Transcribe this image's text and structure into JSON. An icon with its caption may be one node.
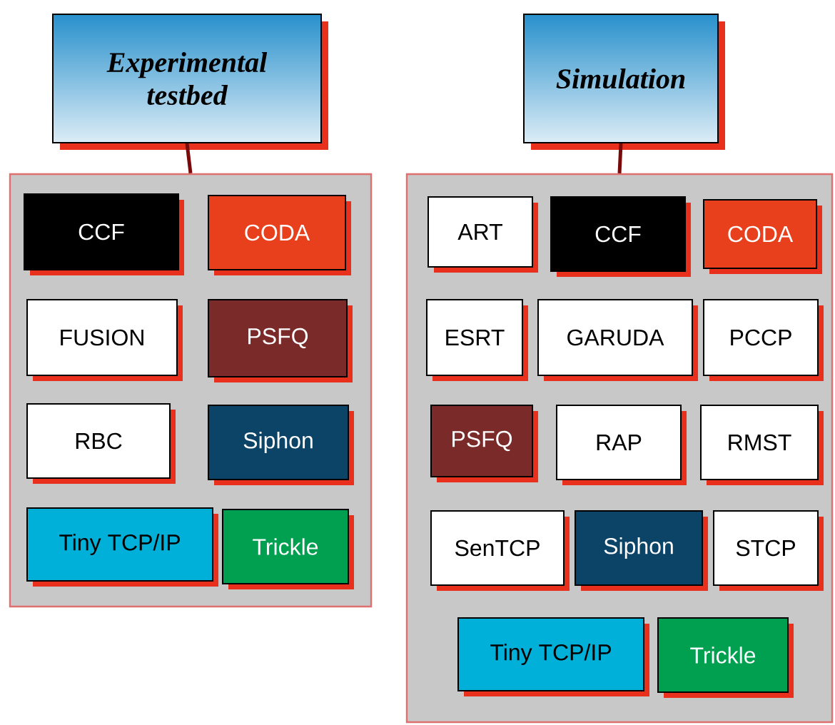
{
  "diagram": {
    "nodes": [
      {
        "text": [
          "Experimental testbed"
        ]
      },
      {
        "text": [],
        "shape": "box"
      },
      {
        "text": [
          "CCF"
        ],
        "in": 1
      },
      {
        "text": [
          "CODA"
        ],
        "in": 1
      },
      {
        "text": [
          "FUSION"
        ],
        "in": 1
      },
      {
        "text": [
          "PSFQ"
        ],
        "in": 1
      },
      {
        "text": [
          "RBC"
        ],
        "in": 1
      },
      {
        "text": [
          "Siphon"
        ],
        "in": 1
      },
      {
        "text": [
          "Tiny TCP/IP"
        ],
        "in": 1
      },
      {
        "text": [
          "Trickle"
        ],
        "in": 1
      },
      {
        "text": [
          "Simulation"
        ]
      },
      {
        "text": [],
        "shape": "box"
      },
      {
        "text": [
          "ART"
        ],
        "in": 11
      },
      {
        "text": [
          "CCF"
        ],
        "in": 11
      },
      {
        "text": [
          "CODA"
        ],
        "in": 11
      },
      {
        "text": [
          "ESRT"
        ],
        "in": 11
      },
      {
        "text": [
          "GARUDA"
        ],
        "in": 11
      },
      {
        "text": [
          "PCCP"
        ],
        "in": 11
      },
      {
        "text": [
          "PSFQ"
        ],
        "in": 11
      },
      {
        "text": [
          "RAP"
        ],
        "in": 11
      },
      {
        "text": [
          "RMST"
        ],
        "in": 11
      },
      {
        "text": [
          "SenTCP"
        ],
        "in": 11
      },
      {
        "text": [
          "Siphon"
        ],
        "in": 11
      },
      {
        "text": [
          "STCP"
        ],
        "in": 11
      },
      {
        "text": [
          "Tiny TCP/IP"
        ],
        "in": 11
      },
      {
        "text": [
          "Trickle"
        ],
        "in": 11
      }
    ],
    "edges": [
      {
        "from": 0,
        "to": 1,
        "arrow": "none"
      },
      {
        "from": 10,
        "to": 11,
        "arrow": "none"
      }
    ]
  }
}
